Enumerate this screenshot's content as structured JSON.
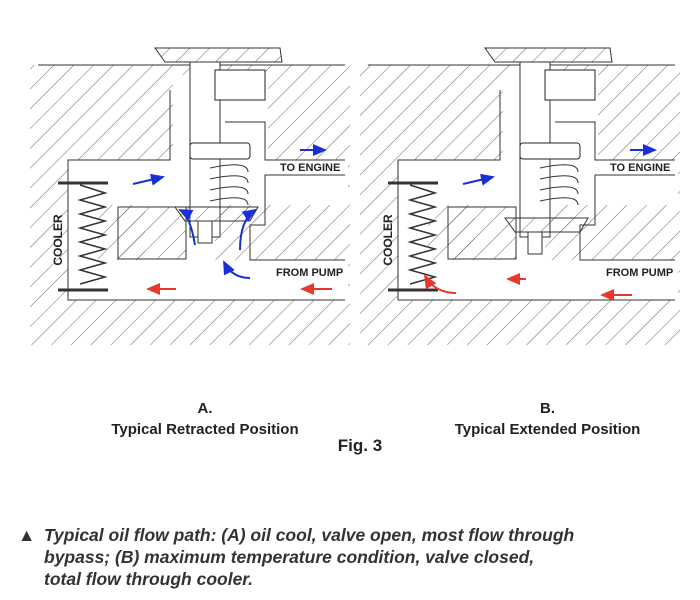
{
  "figure": {
    "title": "Fig. 3",
    "panels": [
      {
        "id": "A",
        "letter": "A.",
        "caption": "Typical Retracted Position",
        "labels": {
          "cooler": "COOLER",
          "to_engine": "TO ENGINE",
          "from_pump": "FROM PUMP"
        },
        "valve_state": "open",
        "flow_colors": [
          "#1a2fd6",
          "#e8382b"
        ]
      },
      {
        "id": "B",
        "letter": "B.",
        "caption": "Typical Extended Position",
        "labels": {
          "cooler": "COOLER",
          "to_engine": "TO ENGINE",
          "from_pump": "FROM PUMP"
        },
        "valve_state": "closed",
        "flow_colors": [
          "#1a2fd6",
          "#e8382b"
        ]
      }
    ]
  },
  "note": {
    "bullet_icon": "triangle-up",
    "line1": "Typical oil flow path: (A) oil cool, valve open, most flow through",
    "line2": "bypass; (B) maximum temperature condition, valve closed,",
    "line3": "total flow through cooler."
  },
  "colors": {
    "hot_flow": "#e8382b",
    "cool_flow": "#1a2fd6",
    "ink": "#333333"
  }
}
